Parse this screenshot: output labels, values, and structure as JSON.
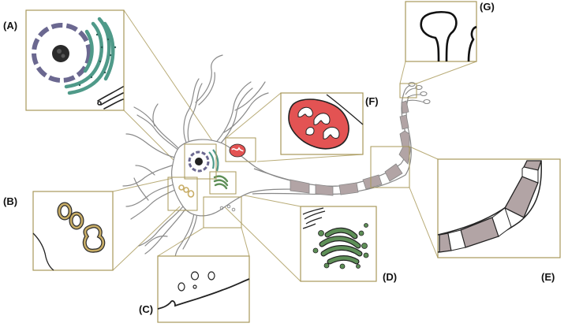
{
  "labels": {
    "A": "(A)",
    "B": "(B)",
    "C": "(C)",
    "D": "(D)",
    "E": "(E)",
    "F": "(F)",
    "G": "(G)"
  },
  "colors": {
    "inset_border": "#a8985a",
    "connector": "#b9ac78",
    "nucleus": "#6b6890",
    "rough_er": "#4f9a89",
    "mitochondrion": "#e35353",
    "golgi": "#5e8f57",
    "lysosome": "#c8ad66",
    "myelin": "#b2a4a5",
    "outline": "#222222",
    "neurite": "#888888"
  }
}
